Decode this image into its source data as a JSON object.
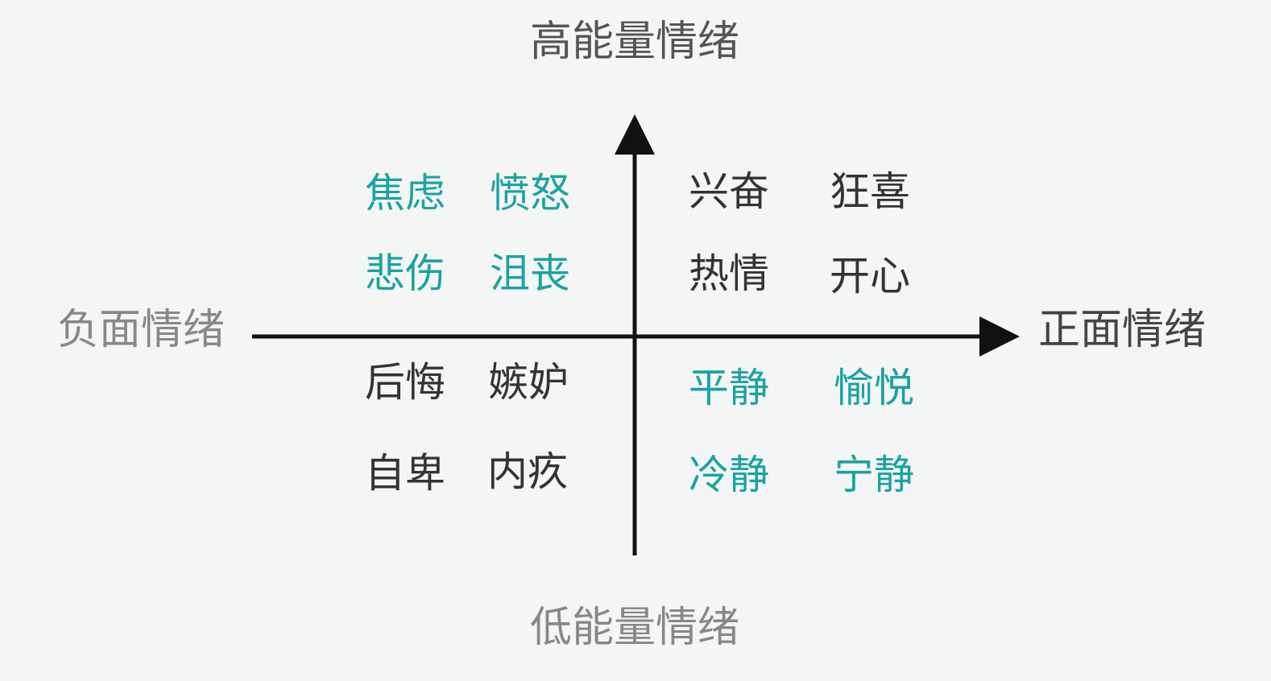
{
  "colors": {
    "negative_teal": "#1ba3a2",
    "dark_text": "#333333",
    "axis_label": "#555555",
    "axis_line": "#111111"
  },
  "axes": {
    "top": "高能量情绪",
    "bottom": "低能量情绪",
    "left": "负面情绪",
    "right": "正面情绪"
  },
  "quadrants": {
    "top_left": [
      "焦虑",
      "愤怒",
      "悲伤",
      "沮丧"
    ],
    "top_right": [
      "兴奋",
      "狂喜",
      "热情",
      "开心"
    ],
    "bottom_left": [
      "后悔",
      "嫉妒",
      "自卑",
      "内疚"
    ],
    "bottom_right": [
      "平静",
      "愉悦",
      "冷静",
      "宁静"
    ]
  }
}
